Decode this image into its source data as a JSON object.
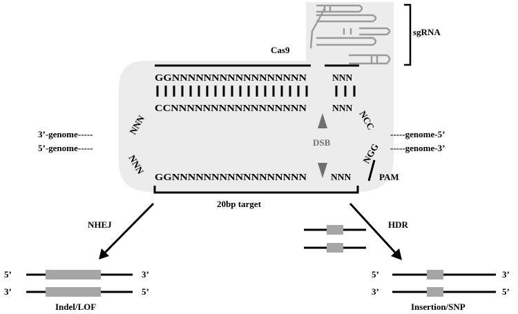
{
  "labels": {
    "cas9": "Cas9",
    "sgrna": "sgRNA",
    "top_strand": "GGNNNNNNNNNNNNNNNNN",
    "top_nnn": "NNN",
    "bottom_strand": "CCNNNNNNNNNNNNNNNNN",
    "bottom_nnn": "NNN",
    "lower_strand": "GGNNNNNNNNNNNNNNNNN",
    "lower_nnn": "NNN",
    "left_nnn_upper": "NNN",
    "left_nnn_lower": "NNN",
    "ncc": "NCC",
    "ngg": "NGG",
    "dsb": "DSB",
    "pam": "PAM",
    "three_genome": "3’-genome-----",
    "five_genome": "5’-genome-----",
    "genome_five": "-----genome-5’",
    "genome_three": "-----genome-3’",
    "target": "20bp target",
    "nhej": "NHEJ",
    "hdr": "HDR",
    "left_5_top": "5’",
    "left_3_top": "3’",
    "left_3_bottom": "3’",
    "left_5_bottom": "5’",
    "indel": "Indel/LOF",
    "right_5_top": "5’",
    "right_3_top": "3’",
    "right_3_bottom": "3’",
    "right_5_bottom": "5’",
    "insertion": "Insertion/SNP"
  },
  "colors": {
    "complex_fill": "#ececec",
    "sgrna_fill": "#dcdcdc",
    "sgrna_stroke": "#9a9a9a",
    "insert_gray": "#a6a6a6",
    "arrow_gray": "#6f6f6f"
  }
}
